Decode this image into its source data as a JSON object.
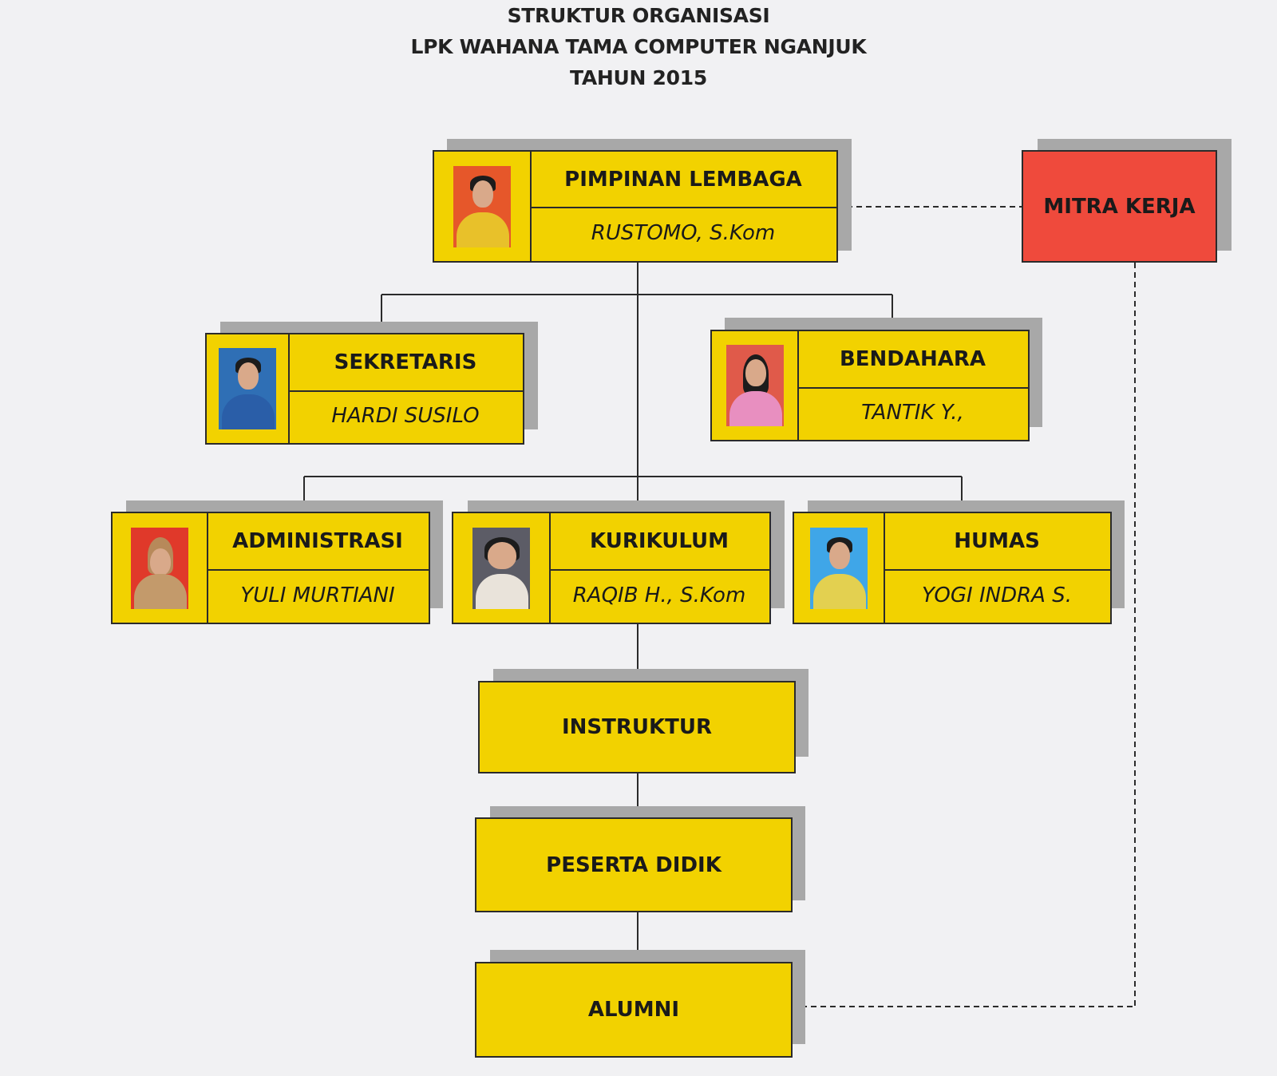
{
  "header": {
    "line1": "STRUKTUR ORGANISASI",
    "line2": "LPK WAHANA TAMA COMPUTER NGANJUK",
    "line3": "TAHUN 2015"
  },
  "nodes": {
    "pimpinan": {
      "role": "PIMPINAN LEMBAGA",
      "name": "RUSTOMO, S.Kom"
    },
    "mitra": {
      "role": "MITRA KERJA"
    },
    "sekretaris": {
      "role": "SEKRETARIS",
      "name": "HARDI SUSILO"
    },
    "bendahara": {
      "role": "BENDAHARA",
      "name": "TANTIK Y.,"
    },
    "administrasi": {
      "role": "ADMINISTRASI",
      "name": "YULI MURTIANI"
    },
    "kurikulum": {
      "role": "KURIKULUM",
      "name": "RAQIB H., S.Kom"
    },
    "humas": {
      "role": "HUMAS",
      "name": "YOGI INDRA S."
    },
    "instruktur": {
      "role": "INSTRUKTUR"
    },
    "peserta": {
      "role": "PESERTA DIDIK"
    },
    "alumni": {
      "role": "ALUMNI"
    }
  },
  "colors": {
    "box_fill": "#f2d200",
    "mitra_fill": "#ef4a3c",
    "shadow": "#a8a8a8"
  }
}
